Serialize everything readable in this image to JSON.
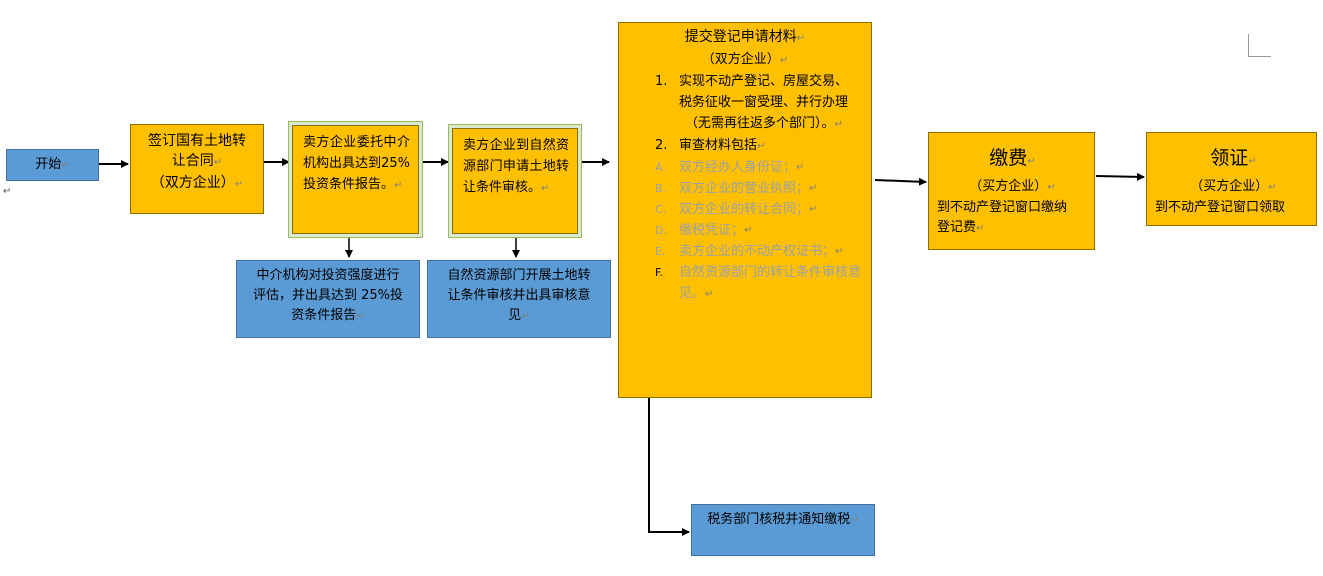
{
  "nodes": {
    "start": {
      "label": "开始"
    },
    "sign": {
      "lines": [
        "签订国有土地转",
        "让合同",
        "（双方企业）"
      ]
    },
    "agency": {
      "text": "卖方企业委托中介机构出具达到25%投资条件报告。"
    },
    "apply": {
      "text": "卖方企业到自然资源部门申请土地转让条件审核。"
    },
    "eval": {
      "lines": [
        "中介机构对投资强度进行",
        "评估，并出具达到 25%投",
        "资条件报告"
      ]
    },
    "review": {
      "lines": [
        "自然资源部门开展土地转",
        "让条件审核并出具审核意",
        "见"
      ]
    },
    "submit": {
      "title": "提交登记申请材料",
      "subtitle": "（双方企业）",
      "item1_num": "1.",
      "item1_lines": [
        "实现不动产登记、房屋交易、",
        "税务征收一窗受理、并行办理",
        "（无需再往返多个部门）。"
      ],
      "item2_num": "2.",
      "item2_label": "审查材料包括",
      "materials": [
        {
          "num": "A.",
          "text": "双方经办人身份证；"
        },
        {
          "num": "B.",
          "text": "双方企业的营业执照；"
        },
        {
          "num": "C.",
          "text": "双方企业的转让合同；"
        },
        {
          "num": "D.",
          "text": "缴税凭证；"
        },
        {
          "num": "E.",
          "text": "卖方企业的不动产权证书；"
        },
        {
          "num": "F.",
          "text": "自然资源部门的转让条件审核意见。"
        }
      ]
    },
    "tax": {
      "label": "税务部门核税并通知缴税"
    },
    "pay": {
      "title": "缴费",
      "party": "（买方企业）",
      "lines": [
        "到不动产登记窗口缴纳",
        "登记费"
      ]
    },
    "cert": {
      "title": "领证",
      "party": "（买方企业）",
      "line": "到不动产登记窗口领取"
    }
  },
  "colors": {
    "process_fill": "#FFC000",
    "info_fill": "#5B9BD5",
    "arrow": "#000000"
  },
  "icons": {
    "paragraph_mark": "return-arrow-glyph"
  }
}
